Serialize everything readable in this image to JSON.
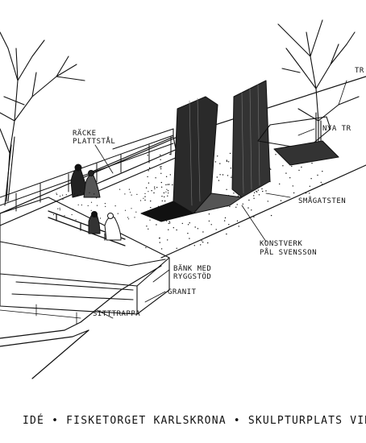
{
  "annotations": {
    "railing": "RÄCKE\nPLATTSTÅL",
    "tree_right": "TR",
    "new_tree": "NYA TR",
    "cobblestone": "SMÅGATSTEN",
    "artwork": "KONSTVERK\nPÅL SVENSSON",
    "bench": "BÄNK MED\nRYGGSTÖD",
    "granite": "GRANIT",
    "seat_stairs": "SITTTRAPPA"
  },
  "caption": "IDÉ • FISKETORGET KARLSKRONA • SKULPTURPLATS VID",
  "colors": {
    "ink": "#111111",
    "paper": "#ffffff"
  }
}
